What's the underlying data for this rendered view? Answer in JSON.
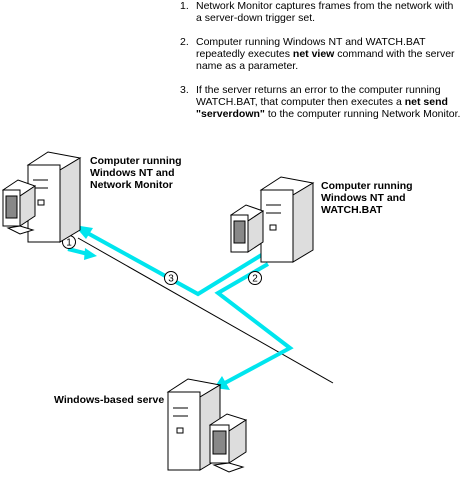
{
  "steps": [
    {
      "num": "1.",
      "text_pre": "Network Monitor captures frames from the network with a server-down trigger set.",
      "bold": "",
      "text_post": ""
    },
    {
      "num": "2.",
      "text_pre": "Computer running Windows NT and WATCH.BAT repeatedly executes ",
      "bold": "net view",
      "text_post": " command with the server name as a parameter."
    },
    {
      "num": "3.",
      "text_pre": "If the server returns an error to the computer running WATCH.BAT, that computer then executes a ",
      "bold": "net send \"serverdown\"",
      "text_post": " to the computer running Network Monitor."
    }
  ],
  "labels": {
    "monitor_computer": "Computer running\nWindows NT and\nNetwork Monitor",
    "watch_computer": "Computer running\nWindows NT and\nWATCH.BAT",
    "server": "Windows-based serve"
  },
  "callouts": [
    "1",
    "2",
    "3"
  ],
  "colors": {
    "arrow": "#00e5ee",
    "line": "#000000"
  }
}
